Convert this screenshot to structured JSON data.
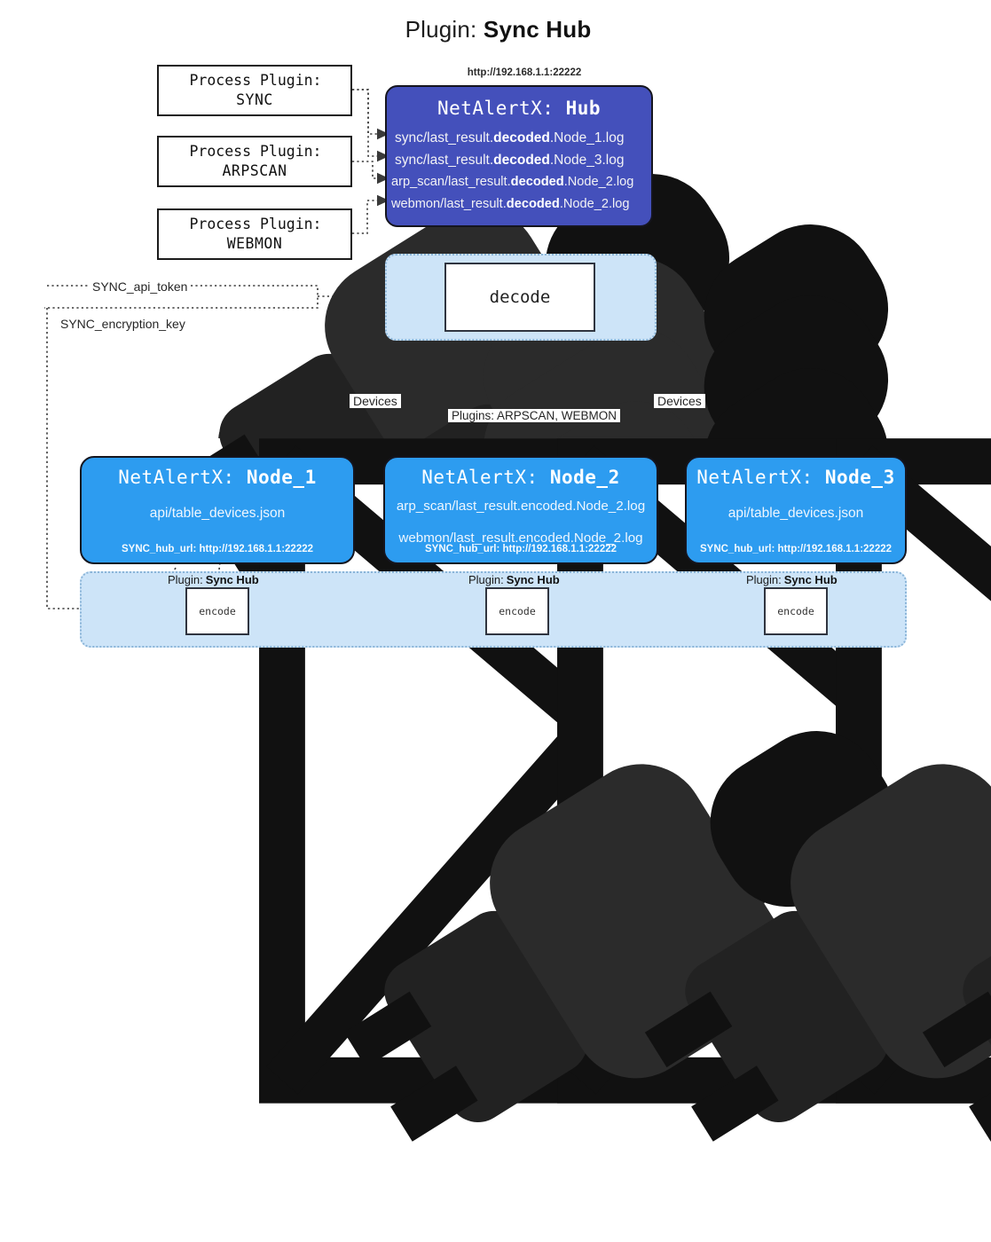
{
  "title": {
    "icon": "plug-icon",
    "prefix": "Plugin:",
    "name": "Sync Hub"
  },
  "process_plugins": [
    {
      "icon": "plug-icon",
      "line1": "Process Plugin:",
      "line2": "SYNC"
    },
    {
      "icon": "plug-icon",
      "line1": "Process Plugin:",
      "line2": "ARPSCAN"
    },
    {
      "icon": "plug-icon",
      "line1": "Process Plugin:",
      "line2": "WEBMON"
    }
  ],
  "hub": {
    "url": "http://192.168.1.1:22222",
    "title_prefix": "NetAlertX:",
    "title_name": "Hub",
    "logs": [
      {
        "pre": "sync/last_result.",
        "em": "decoded",
        "post": ".Node_1.log"
      },
      {
        "pre": "sync/last_result.",
        "em": "decoded",
        "post": ".Node_3.log"
      },
      {
        "pre": "arp_scan/last_result.",
        "em": "decoded",
        "post": ".Node_2.log"
      },
      {
        "pre": "webmon/last_result.",
        "em": "decoded",
        "post": ".Node_2.log"
      }
    ]
  },
  "decode": {
    "label": "decode"
  },
  "secrets": [
    {
      "label": "SYNC_api_token"
    },
    {
      "label": "SYNC_encryption_key"
    }
  ],
  "edge_labels": {
    "devices_left": "Devices",
    "devices_right": "Devices",
    "plugins_center": "Plugins: ARPSCAN, WEBMON"
  },
  "nodes": [
    {
      "title_prefix": "NetAlertX:",
      "title_name": "Node_1",
      "icon": "envelope-icon",
      "lines": [
        "api/table_devices.json"
      ],
      "footer": "SYNC_hub_url: http://192.168.1.1:22222"
    },
    {
      "title_prefix": "NetAlertX:",
      "title_name": "Node_2",
      "icon": "envelope-icon",
      "lines": [
        "arp_scan/last_result.encoded.Node_2.log",
        "webmon/last_result.encoded.Node_2.log"
      ],
      "footer": "SYNC_hub_url: http://192.168.1.1:22222"
    },
    {
      "title_prefix": "NetAlertX:",
      "title_name": "Node_3",
      "icon": "envelope-icon",
      "lines": [
        "api/table_devices.json"
      ],
      "footer": "SYNC_hub_url: http://192.168.1.1:22222"
    }
  ],
  "encoders": [
    {
      "icon": "plug-icon",
      "label_light": "Plugin:",
      "label_bold": "Sync Hub",
      "box": "encode"
    },
    {
      "icon": "plug-icon",
      "label_light": "Plugin:",
      "label_bold": "Sync Hub",
      "box": "encode"
    },
    {
      "icon": "plug-icon",
      "label_light": "Plugin:",
      "label_bold": "Sync Hub",
      "box": "encode"
    }
  ],
  "colors": {
    "hub_fill": "#4450bb",
    "node_fill": "#2d9cf0",
    "container_fill": "#cde4f8",
    "container_border": "#8ab4d8",
    "stroke": "#15151f"
  }
}
